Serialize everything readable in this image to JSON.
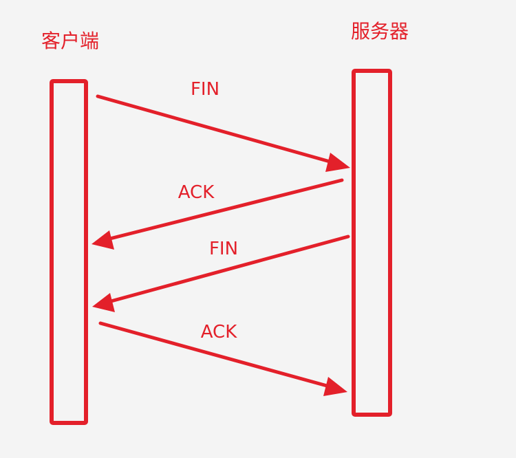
{
  "participants": {
    "client": {
      "label": "客户端"
    },
    "server": {
      "label": "服务器"
    }
  },
  "messages": [
    {
      "label": "FIN",
      "from": "client",
      "to": "server"
    },
    {
      "label": "ACK",
      "from": "server",
      "to": "client"
    },
    {
      "label": "FIN",
      "from": "server",
      "to": "client"
    },
    {
      "label": "ACK",
      "from": "client",
      "to": "server"
    }
  ],
  "colors": {
    "accent": "#e3202a",
    "background": "#f4f4f4"
  }
}
